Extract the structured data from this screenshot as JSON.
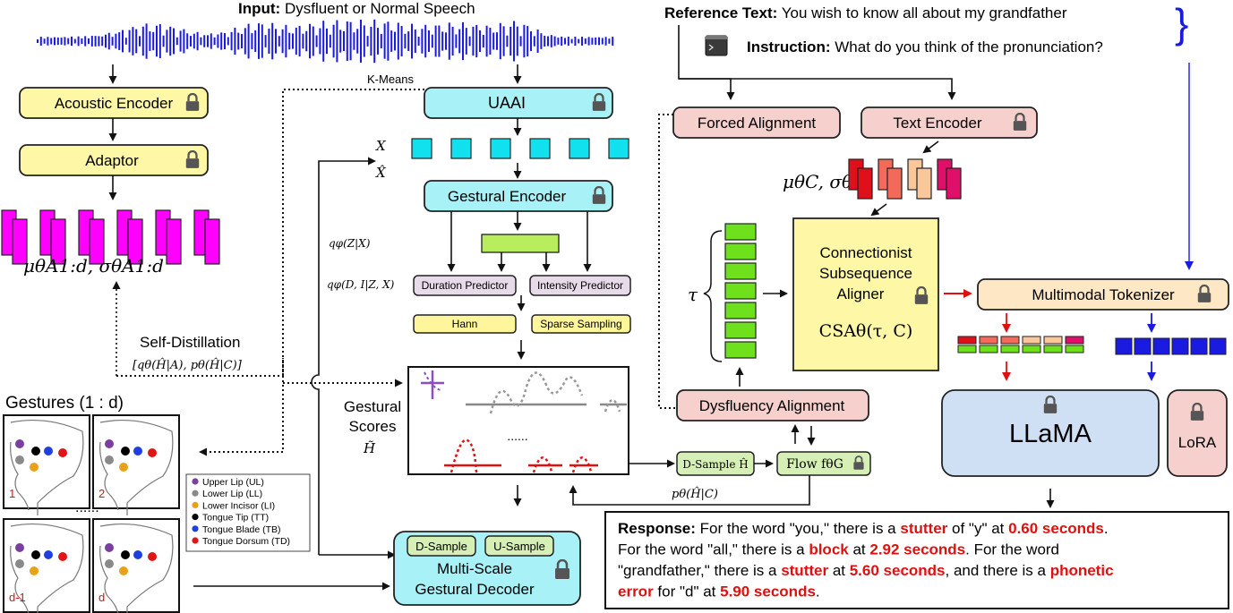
{
  "top": {
    "input_label": "Input:",
    "input_text": "Dysfluent or Normal Speech",
    "reference_label": "Reference Text:",
    "reference_text": "You wish to know all about my grandfather",
    "instruction_label": "Instruction:",
    "instruction_text": "What do you think of the pronunciation?"
  },
  "left": {
    "acoustic_encoder": "Acoustic Encoder",
    "adaptor": "Adaptor",
    "mu_acoustic": "μθA1:d, σθA1:d",
    "self_distillation": "Self-Distillation",
    "self_distillation_formula": "[qθ(Ĥ|A), pθ(Ĥ|C)]",
    "gestures_title": "Gestures (1 : d)",
    "panel_labels": [
      "1",
      "2",
      "d-1",
      "d"
    ],
    "ellipsis": "......",
    "legend": [
      {
        "label": "Upper Lip (UL)",
        "color": "#7b3fa0"
      },
      {
        "label": "Lower Lip (LL)",
        "color": "#8a8a8a"
      },
      {
        "label": "Lower Incisor (LI)",
        "color": "#e8a21a"
      },
      {
        "label": "Tongue Tip (TT)",
        "color": "#000000"
      },
      {
        "label": "Tongue Blade (TB)",
        "color": "#1f3fe0"
      },
      {
        "label": "Tongue Dorsum (TD)",
        "color": "#e01515"
      }
    ]
  },
  "middle": {
    "kmeans": "K-Means",
    "uaai": "UAAI",
    "x_label": "X",
    "xhat_label": "X̂",
    "gestural_encoder": "Gestural Encoder",
    "q_z": "qφ(Z|X)",
    "q_di": "qφ(D, I|Z, X)",
    "duration_predictor": "Duration Predictor",
    "intensity_predictor": "Intensity Predictor",
    "hann": "Hann",
    "sparse_sampling": "Sparse Sampling",
    "gestural_scores": "Gestural\nScores",
    "gestural_scores_line1": "Gestural",
    "gestural_scores_line2": "Scores",
    "h_tilde": "H̃",
    "scores_ellipsis": "......",
    "d_sample": "D-Sample",
    "u_sample": "U-Sample",
    "decoder_line1": "Multi-Scale",
    "decoder_line2": "Gestural Decoder"
  },
  "right": {
    "forced_alignment": "Forced Alignment",
    "text_encoder": "Text Encoder",
    "mu_text": "μθC, σθC",
    "tau": "τ",
    "csa_line1": "Connectionist",
    "csa_line2": "Subsequence",
    "csa_line3": "Aligner",
    "csa_formula": "CSAθ(τ, C)",
    "dysfluency_alignment": "Dysfluency Alignment",
    "d_sample_h": "D-Sample Ĥ",
    "flow": "Flow fθG",
    "p_h_c": "pθ(Ĥ|C)",
    "multimodal_tokenizer": "Multimodal Tokenizer",
    "llama": "LLaMA",
    "lora": "LoRA",
    "brace": "}"
  },
  "response": {
    "label": "Response:",
    "segments": [
      {
        "text": "For the word \"you,\" there is a ",
        "em": false
      },
      {
        "text": "stutter",
        "em": true
      },
      {
        "text": " of \"y\" at ",
        "em": false
      },
      {
        "text": "0.60 seconds",
        "em": true
      },
      {
        "text": ". For the word \"all,\" there is a ",
        "em": false
      },
      {
        "text": "block",
        "em": true
      },
      {
        "text": " at ",
        "em": false
      },
      {
        "text": "2.92 seconds",
        "em": true
      },
      {
        "text": ". For the word \"grandfather,\" there is a ",
        "em": false
      },
      {
        "text": "stutter",
        "em": true
      },
      {
        "text": " at ",
        "em": false
      },
      {
        "text": "5.60 seconds",
        "em": true
      },
      {
        "text": ", and there is a ",
        "em": false
      },
      {
        "text": "phonetic error",
        "em": true
      },
      {
        "text": " for \"d\" at ",
        "em": false
      },
      {
        "text": "5.90 seconds",
        "em": true
      },
      {
        "text": ".",
        "em": false
      }
    ]
  },
  "colors": {
    "encoder_yellow": "#fdf7a6",
    "uaai_cyan": "#a8f1f6",
    "align_pink": "#f6d0cc",
    "llama_blue": "#cfe0f5",
    "magenta": "#ff00ff",
    "green": "#6ee01c",
    "emphasis_red": "#e01010",
    "token_blue": "#1a1ae0"
  }
}
